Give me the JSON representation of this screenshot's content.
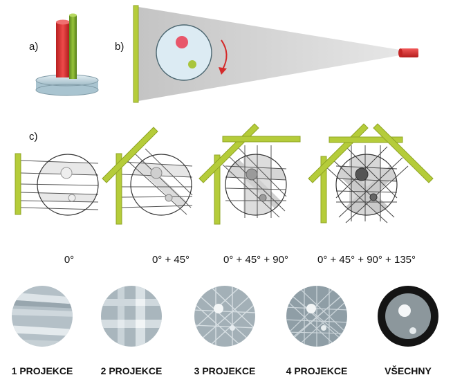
{
  "labels": {
    "a": "a)",
    "b": "b)",
    "c": "c)"
  },
  "angles": [
    "0°",
    "0° + 45°",
    "0° + 45° + 90°",
    "0° + 45° + 90° + 135°"
  ],
  "captions": [
    "1 PROJEKCE",
    "2 PROJEKCE",
    "3 PROJEKCE",
    "4 PROJEKCE",
    "VŠECHNY"
  ],
  "colors": {
    "detector": "#b5cc3a",
    "detector_dark": "#8fa524",
    "red_object": "#e03a3a",
    "green_object": "#7daa2d",
    "phantom_fill": "#dcebf3",
    "phantom_red_dot": "#e8566a",
    "phantom_green_dot": "#a9c53c",
    "beam": "#c8c8c8",
    "base": "#c9dde6",
    "rotation_arrow": "#d42a2a"
  }
}
